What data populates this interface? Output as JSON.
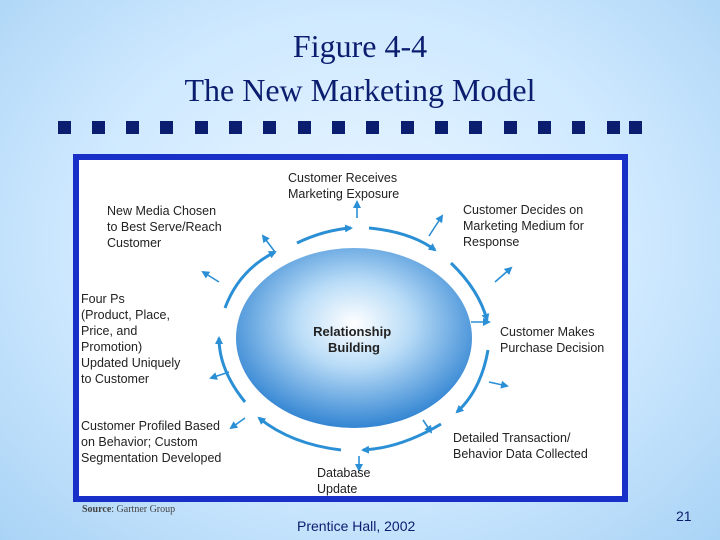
{
  "slide": {
    "title_line1": "Figure 4-4",
    "title_line2": "The New Marketing Model",
    "footer": "Prentice Hall, 2002",
    "page_number": "21",
    "source_label": "Source",
    "source_text": ": Gartner Group"
  },
  "diagram": {
    "center": "Relationship\nBuilding",
    "nodes": [
      {
        "id": "exposure",
        "text": "Customer Receives\nMarketing Exposure"
      },
      {
        "id": "decides",
        "text": "Customer Decides on\nMarketing Medium for\nResponse"
      },
      {
        "id": "purchase",
        "text": "Customer Makes\nPurchase Decision"
      },
      {
        "id": "transaction",
        "text": "Detailed Transaction/\nBehavior Data Collected"
      },
      {
        "id": "database",
        "text": "Database\nUpdate"
      },
      {
        "id": "profiled",
        "text": "Customer Profiled Based\non Behavior; Custom\nSegmentation Developed"
      },
      {
        "id": "fourps",
        "text": "Four Ps\n(Product, Place,\nPrice, and\nPromotion)\nUpdated Uniquely\nto Customer"
      },
      {
        "id": "media",
        "text": "New Media Chosen\nto Best Serve/Reach\nCustomer"
      }
    ],
    "colors": {
      "frame": "#1830c8",
      "arrows": "#2b8fd6",
      "ellipse_light": "#ffffff",
      "ellipse_dark": "#2a7fd0",
      "title": "#0b1d6e"
    }
  }
}
